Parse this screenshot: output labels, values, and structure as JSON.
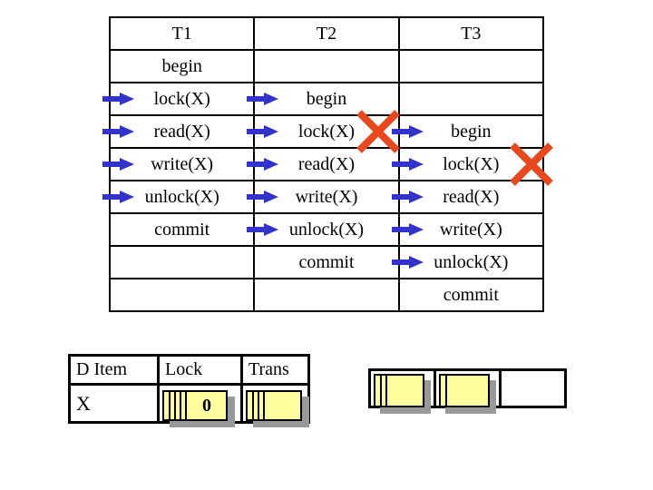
{
  "schedule": {
    "columns": [
      "T1",
      "T2",
      "T3"
    ],
    "rows": [
      [
        {
          "text": "begin"
        },
        {},
        {}
      ],
      [
        {
          "text": "lock(X)",
          "arrow": true
        },
        {
          "text": "begin",
          "arrow": true
        },
        {}
      ],
      [
        {
          "text": "read(X)",
          "arrow": true
        },
        {
          "text": "lock(X)",
          "arrow": true,
          "denied": true
        },
        {
          "text": "begin",
          "arrow": true
        }
      ],
      [
        {
          "text": "write(X)",
          "arrow": true
        },
        {
          "text": "read(X)",
          "arrow": true
        },
        {
          "text": "lock(X)",
          "arrow": true,
          "denied": true
        }
      ],
      [
        {
          "text": "unlock(X)",
          "arrow": true
        },
        {
          "text": "write(X)",
          "arrow": true
        },
        {
          "text": "read(X)",
          "arrow": true
        }
      ],
      [
        {
          "text": "commit"
        },
        {
          "text": "unlock(X)",
          "arrow": true
        },
        {
          "text": "write(X)",
          "arrow": true
        }
      ],
      [
        {},
        {
          "text": "commit"
        },
        {
          "text": "unlock(X)",
          "arrow": true
        }
      ],
      [
        {},
        {},
        {
          "text": "commit"
        }
      ]
    ]
  },
  "lock_table": {
    "headers": [
      "D Item",
      "Lock",
      "Trans"
    ],
    "row": {
      "d_item": "X",
      "lock_value": "0",
      "trans_value": "",
      "lock_sheet_lines": 4,
      "trans_sheet_lines": 3
    }
  },
  "record_boxes": {
    "cells": [
      {
        "has_stack": true,
        "sheet_lines": 2
      },
      {
        "has_stack": true,
        "sheet_lines": 1
      },
      {
        "has_stack": false,
        "sheet_lines": 0
      }
    ]
  },
  "icons": {
    "arrow": "right-block-arrow",
    "denied": "rejected-cross"
  },
  "colors": {
    "arrow_blue": "#3333cc",
    "cross_red": "#e8481c",
    "card_yellow": "#ffffa0",
    "shadow_gray": "#999999",
    "border_black": "#000000",
    "background": "#ffffff"
  }
}
